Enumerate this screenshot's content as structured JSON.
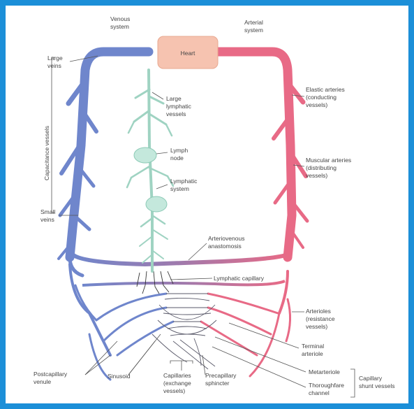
{
  "labels": {
    "venous_system": [
      "Venous",
      "system"
    ],
    "arterial_system": [
      "Arterial",
      "system"
    ],
    "heart": "Heart",
    "large_veins": [
      "Large",
      "veins"
    ],
    "capacitance_vessels": "Capacitance vessels",
    "small_veins": [
      "Small",
      "veins"
    ],
    "large_lymphatic_vessels": [
      "Large",
      "lymphatic",
      "vessels"
    ],
    "lymph_node": [
      "Lymph",
      "node"
    ],
    "lymphatic_system": [
      "Lymphatic",
      "system"
    ],
    "elastic_arteries": [
      "Elastic arteries",
      "(conducting",
      "vessels)"
    ],
    "muscular_arteries": [
      "Muscular arteries",
      "(distributing",
      "vessels)"
    ],
    "arteriovenous_anastomosis": [
      "Arteriovenous",
      "anastomosis"
    ],
    "lymphatic_capillary": "Lymphatic capillary",
    "arterioles": [
      "Arterioles",
      "(resistance",
      "vessels)"
    ],
    "terminal_arteriole": [
      "Terminal",
      "arteriole"
    ],
    "metarteriole": "Metarteriole",
    "thoroughfare_channel": [
      "Thoroughfare",
      "channel"
    ],
    "capillary_shunt_vessels": [
      "Capillary",
      "shunt vessels"
    ],
    "postcapillary_venule": [
      "Postcapillary",
      "venule"
    ],
    "sinusoid": "Sinusoid",
    "capillaries": [
      "Capillaries",
      "(exchange",
      "vessels)"
    ],
    "precapillary_sphincter": [
      "Precapillary",
      "sphincter"
    ]
  },
  "colors": {
    "frame": "#1c8fd8",
    "veins": "#6f86cc",
    "arteries": "#e86a86",
    "lymphatics": "#9fd3c2",
    "heart": "#f6c3b0",
    "text": "#444444"
  }
}
